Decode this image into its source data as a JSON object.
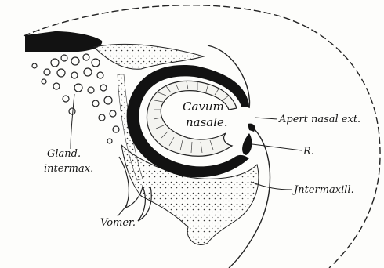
{
  "labels": {
    "cavum": "Cavum",
    "nasale": "nasale.",
    "apert": "Apert nasal ext.",
    "r": "R.",
    "intermaxill": "Jntermaxill.",
    "gland": "Gland.",
    "intermax": "intermax.",
    "vomer": "Vomer."
  },
  "colors": {
    "ink": "#151515",
    "paper": "#fdfdfb"
  }
}
